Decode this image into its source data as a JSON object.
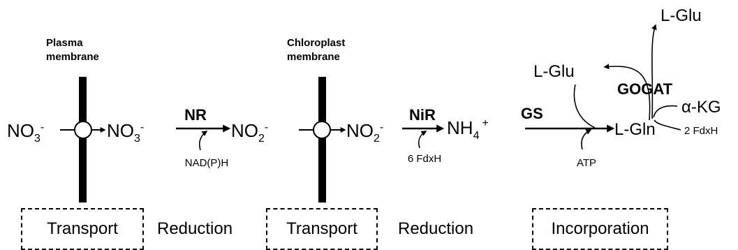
{
  "membranes": {
    "plasma": {
      "line1": "Plasma",
      "line2": "membrane"
    },
    "chloroplast": {
      "line1": "Chloroplast",
      "line2": "membrane"
    }
  },
  "species": {
    "no3_left": {
      "base": "NO",
      "sub": "3",
      "sup": "-"
    },
    "no3_right": {
      "base": "NO",
      "sub": "3",
      "sup": "-"
    },
    "no2_left": {
      "base": "NO",
      "sub": "2",
      "sup": "-"
    },
    "no2_right": {
      "base": "NO",
      "sub": "2",
      "sup": "-"
    },
    "nh4": {
      "base": "NH",
      "sub": "4",
      "sup": "+"
    },
    "lgln": "L-Gln",
    "lglu_gs": "L-Glu",
    "lglu_top": "L-Glu",
    "akg": "α-KG"
  },
  "enzymes": {
    "nr": "NR",
    "nir": "NiR",
    "gs": "GS",
    "gogat": "GOGAT"
  },
  "cofactors": {
    "nadph": "NAD(P)H",
    "fdxh6": "6 FdxH",
    "atp": "ATP",
    "fdxh2": "2 FdxH"
  },
  "steps": {
    "transport1": "Transport",
    "reduction1": "Reduction",
    "transport2": "Transport",
    "reduction2": "Reduction",
    "incorporation": "Incorporation"
  }
}
